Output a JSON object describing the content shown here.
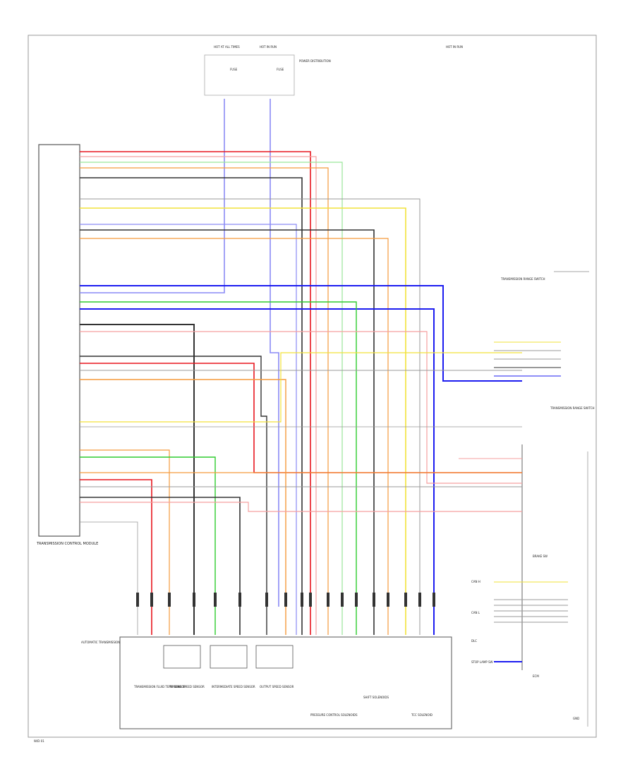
{
  "labels": {
    "tcm": "TRANSMISSION CONTROL MODULE",
    "hot_fuse_1": "HOT AT ALL TIMES",
    "hot_fuse_2": "HOT IN RUN",
    "fuse_box_1": "FUSE",
    "fuse_box_2": "FUSE",
    "power_dist": "POWER DISTRIBUTION",
    "hot_run_right": "HOT IN RUN",
    "transmission_unit": "AUTOMATIC TRANSMISSION",
    "range_switch": "TRANSMISSION RANGE SWITCH",
    "can_high": "CAN H",
    "can_low": "CAN L",
    "diag": "DLC",
    "stop_lamp": "STOP LAMP SW",
    "ecm": "ECM",
    "brake_sw": "BRAKE SW",
    "ground": "GND",
    "sensor_1": "TRANSMISSION FLUID TEMP SENSOR",
    "sensor_2": "TURBINE SPEED SENSOR",
    "sensor_3": "INTERMEDIATE SPEED SENSOR",
    "sensor_4": "OUTPUT SPEED SENSOR",
    "pressure_sol": "PRESSURE CONTROL SOLENOIDS",
    "shift_sol": "SHIFT SOLENOIDS",
    "tcc_sol": "TCC SOLENOID",
    "corner": "W/D 01"
  },
  "wire_colors": {
    "red": "#e8171f",
    "green": "#2ecc2e",
    "blue": "#1c1cf0",
    "light_blue": "#8a8af5",
    "orange": "#f59a3c",
    "yellow": "#f2e23a",
    "black": "#333333",
    "gray": "#999999",
    "pink": "#f5a0a0",
    "light_green": "#9ae69a"
  }
}
